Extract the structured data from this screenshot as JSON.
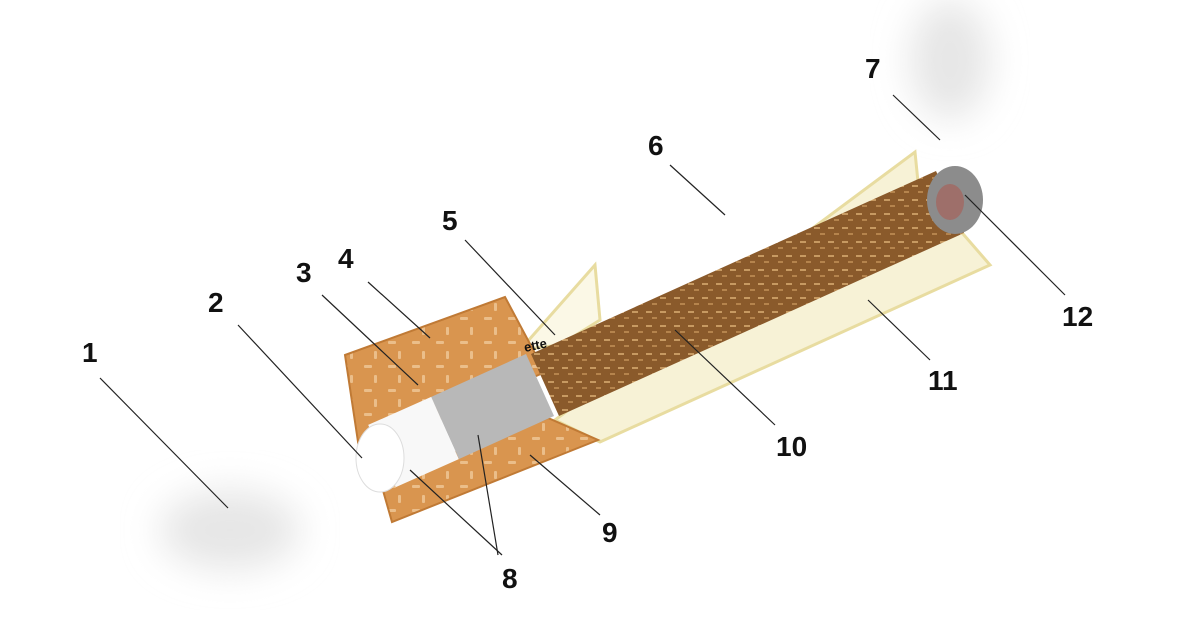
{
  "labels": [
    "1",
    "2",
    "3",
    "4",
    "5",
    "6",
    "7",
    "8",
    "9",
    "10",
    "11",
    "12"
  ],
  "paper_print": "ette",
  "colors": {
    "tipping_paper": "#d9954f",
    "cigarette_paper": "#f7f2d6",
    "paper_edge": "#e8dca0",
    "tobacco": "#8a5a2b",
    "filter_white": "#ffffff",
    "filter_grey": "#b8b8b8",
    "ash": "#8c8c8c",
    "smoke": "#e6e6e6"
  }
}
